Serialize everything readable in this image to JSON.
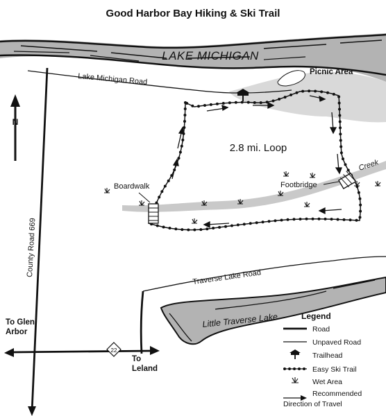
{
  "title": "Good Harbor Bay Hiking & Ski Trail",
  "labels": {
    "lake_michigan": "LAKE MICHIGAN",
    "lake_michigan_road": "Lake Michigan Road",
    "picnic_area": "Picnic Area",
    "loop": "2.8 mi. Loop",
    "creek": "Creek",
    "footbridge": "Footbridge",
    "boardwalk": "Boardwalk",
    "county_road": "County Road 669",
    "traverse_lake_road": "Traverse Lake Road",
    "little_traverse_lake": "Little Traverse Lake",
    "to_glen_line1": "To Glen",
    "to_glen_line2": "Arbor",
    "to_leland_line1": "To",
    "to_leland_line2": "Leland",
    "route_shield": "22",
    "north": "N"
  },
  "legend": {
    "title": "Legend",
    "items": [
      {
        "symbol": "road-line",
        "label": "Road"
      },
      {
        "symbol": "unpaved-road-line",
        "label": "Unpaved Road"
      },
      {
        "symbol": "trailhead-icon",
        "label": "Trailhead"
      },
      {
        "symbol": "ski-trail-line",
        "label": "Easy Ski Trail"
      },
      {
        "symbol": "wet-area-icon",
        "label": "Wet Area"
      },
      {
        "symbol": "direction-arrow",
        "label": "Recommended",
        "label2": "Direction of Travel"
      }
    ]
  },
  "colors": {
    "water": "#aaaaaa",
    "ink": "#111111",
    "shore": "#c8c8c8"
  }
}
